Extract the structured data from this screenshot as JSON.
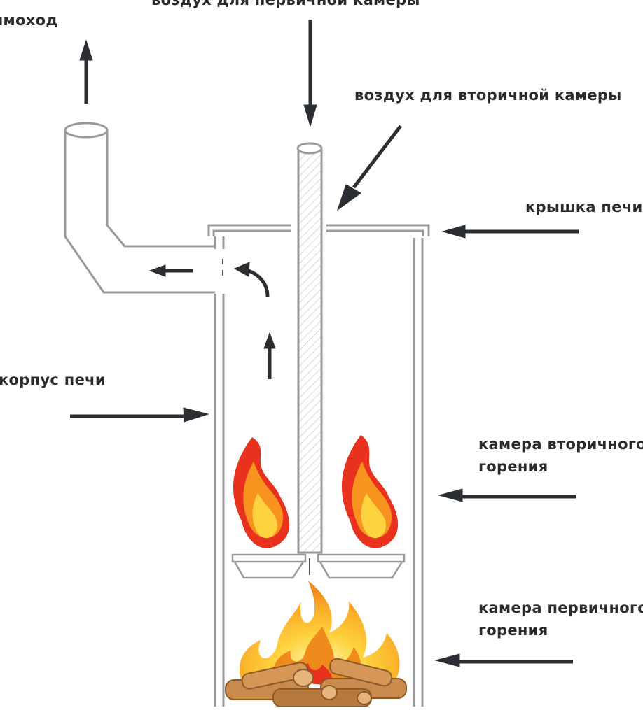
{
  "labels": {
    "air_primary": "воздух для первичной камеры",
    "chimney": "дымоход",
    "air_secondary": "воздух для вторичной камеры",
    "lid": "крышка печи",
    "body": "корпус печи",
    "secondary_chamber_line1": "камера вторичного",
    "secondary_chamber_line2": "горения",
    "primary_chamber_line1": "камера первичного",
    "primary_chamber_line2": "горения"
  },
  "colors": {
    "outline": "#9a9a9a",
    "arrow": "#2b2f33",
    "text": "#2b2b2b",
    "flame_outer": "#e8321e",
    "flame_mid": "#f7931e",
    "flame_inner": "#ffd23f",
    "wood": "#c98a4b"
  }
}
